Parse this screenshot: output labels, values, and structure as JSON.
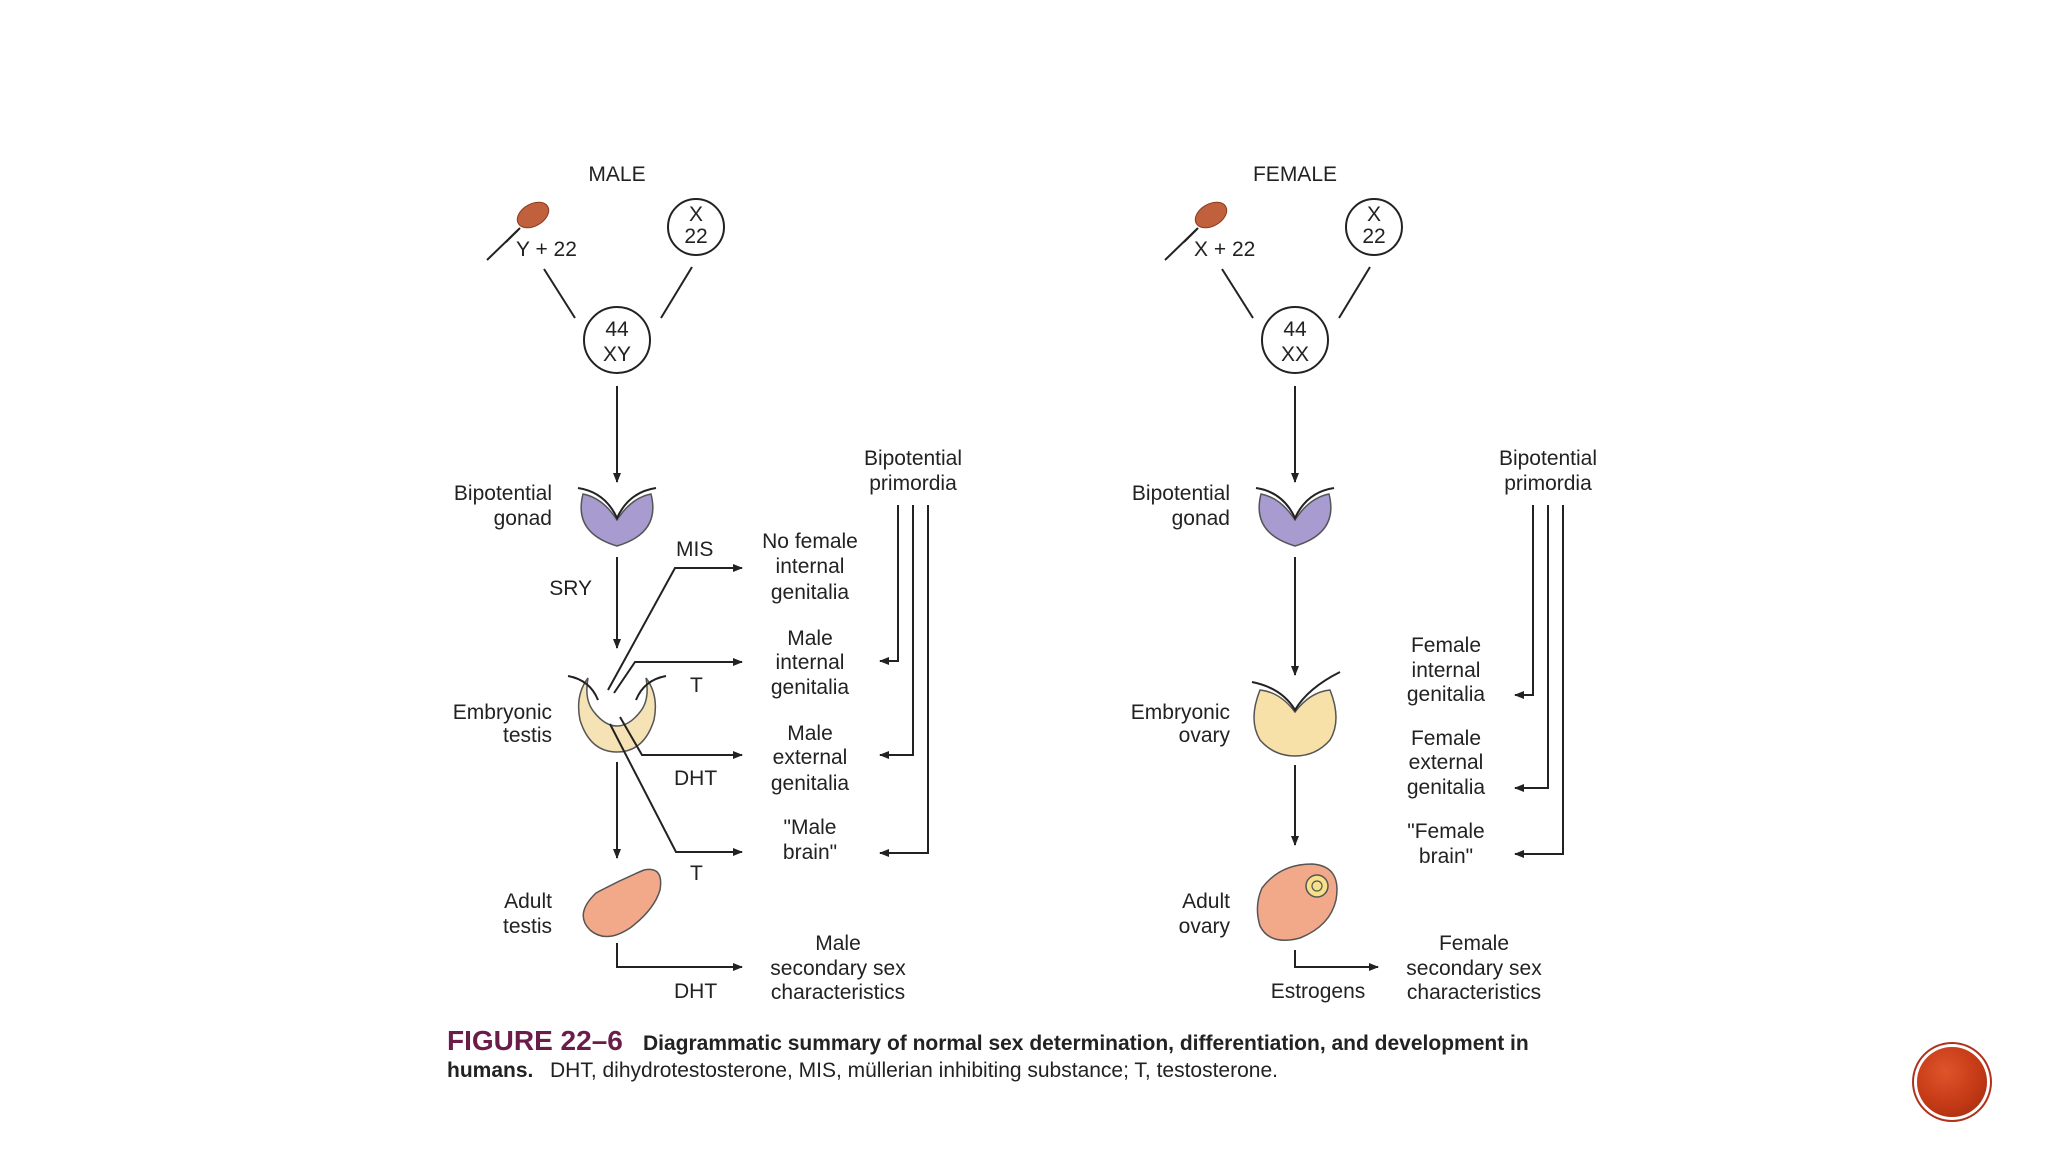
{
  "male": {
    "heading": "MALE",
    "sperm_label": "Y + 22",
    "ovum": [
      "X",
      "22"
    ],
    "zygote": [
      "44",
      "XY"
    ],
    "gonad_label": [
      "Bipotential",
      "gonad"
    ],
    "sry": "SRY",
    "mis": "MIS",
    "embryonic_label": [
      "Embryonic",
      "testis"
    ],
    "adult_label": [
      "Adult",
      "testis"
    ],
    "primordia": [
      "Bipotential",
      "primordia"
    ],
    "outcome_no_female": [
      "No female",
      "internal",
      "genitalia"
    ],
    "outcome_internal": [
      "Male",
      "internal",
      "genitalia"
    ],
    "outcome_external": [
      "Male",
      "external",
      "genitalia"
    ],
    "outcome_brain": [
      "\"Male",
      "brain\""
    ],
    "outcome_secondary": [
      "Male",
      "secondary sex",
      "characteristics"
    ],
    "t1": "T",
    "dht1": "DHT",
    "t2": "T",
    "dht2": "DHT"
  },
  "female": {
    "heading": "FEMALE",
    "sperm_label": "X + 22",
    "ovum": [
      "X",
      "22"
    ],
    "zygote": [
      "44",
      "XX"
    ],
    "gonad_label": [
      "Bipotential",
      "gonad"
    ],
    "embryonic_label": [
      "Embryonic",
      "ovary"
    ],
    "adult_label": [
      "Adult",
      "ovary"
    ],
    "primordia": [
      "Bipotential",
      "primordia"
    ],
    "outcome_internal": [
      "Female",
      "internal",
      "genitalia"
    ],
    "outcome_external": [
      "Female",
      "external",
      "genitalia"
    ],
    "outcome_brain": [
      "\"Female",
      "brain\""
    ],
    "outcome_secondary": [
      "Female",
      "secondary sex",
      "characteristics"
    ],
    "estrogens": "Estrogens"
  },
  "caption": {
    "figure_label": "FIGURE 22–6",
    "bold_part1": "Diagrammatic summary of normal sex determination, differentiation, and development in",
    "bold_part2": "humans.",
    "rest": "DHT, dihydrotestosterone, MIS, müllerian inhibiting substance; T, testosterone."
  },
  "colors": {
    "sperm": "#c0603c",
    "gonad": "#a79bd0",
    "testis": "#f5e3b5",
    "ovary": "#f7e1a8",
    "adult": "#f2a98a",
    "caption_title": "#6b1d4a",
    "badge": "#c43a16"
  }
}
